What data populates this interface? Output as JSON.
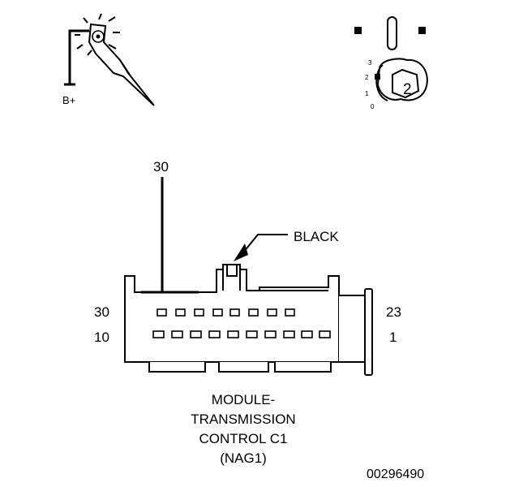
{
  "probe": {
    "supply_label": "B+"
  },
  "ignition": {
    "positions": [
      "3",
      "2",
      "1",
      "0"
    ],
    "selected": "2"
  },
  "connector": {
    "wire_label": "30",
    "color_label": "BLACK",
    "row_labels": {
      "top_left": "30",
      "bottom_left": "10",
      "top_right": "23",
      "bottom_right": "1"
    }
  },
  "caption": {
    "lines": [
      "MODULE-",
      "TRANSMISSION",
      "CONTROL C1",
      "(NAG1)"
    ]
  },
  "figure_id": "00296490"
}
